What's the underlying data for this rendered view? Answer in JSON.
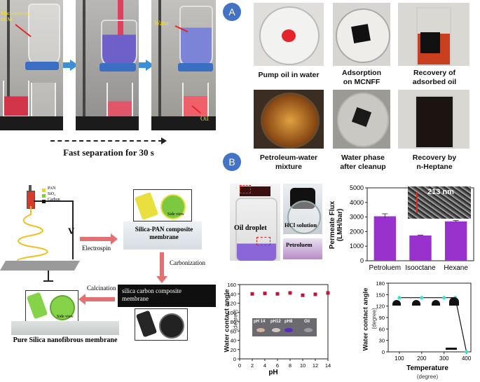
{
  "topleft": {
    "label_ecm": "Macroporous\nECM",
    "label_water": "Water",
    "label_oil": "Oil",
    "caption": "Fast separation for 30 s"
  },
  "badges": {
    "a": "A",
    "b": "B"
  },
  "panelA": {
    "captions": [
      "Pump oil in water",
      "Adsorption\non MCNFF",
      "Recovery of\nadsorbed oil",
      "Petroleum-water\nmixture",
      "Water phase\nafter cleanup",
      "Recovery by\nn-Heptane"
    ]
  },
  "process": {
    "legend": [
      "PAN",
      "SiO₂",
      "Carbon"
    ],
    "voltage": "V",
    "electrospin": "Electrospin",
    "side_view": "Side view",
    "silica_pan": "Silica-PAN composite\nmembrane",
    "carbonization": "Carbonization",
    "silica_carbon": "silica carbon composite\nmembrane",
    "calcination": "Calcination",
    "pure_silica": "Pure Silica nanofibrous membrane"
  },
  "bottle": {
    "oil_droplet": "Oil droplet",
    "hcl": "HCl solution",
    "petroleum": "Petroluem"
  },
  "flux": {
    "scale_label": "213 nm",
    "chart_data": {
      "type": "bar",
      "categories": [
        "Petroluem",
        "Isooctane",
        "Hexane"
      ],
      "values": [
        3050,
        1730,
        2700
      ],
      "errors": [
        170,
        30,
        60
      ],
      "ylabel": "Permeate Flux\n(LMH/bar)",
      "ylim": [
        0,
        5000
      ],
      "yticks": [
        0,
        1000,
        2000,
        3000,
        4000,
        5000
      ],
      "color": "#9932cc"
    }
  },
  "ph": {
    "inset_labels": [
      "pH 14",
      "pH12",
      "pH8",
      "Oil"
    ],
    "chart_data": {
      "type": "scatter",
      "x": [
        2,
        4,
        6,
        8,
        10,
        12,
        14
      ],
      "y": [
        140,
        141,
        140,
        142,
        137,
        139,
        142
      ],
      "xlabel": "pH",
      "ylabel": "Water contact angle",
      "ylabel_unit": "(degree)",
      "xlim": [
        0,
        14
      ],
      "ylim": [
        0,
        160
      ],
      "xticks": [
        0,
        2,
        4,
        6,
        8,
        10,
        12,
        14
      ],
      "yticks": [
        0,
        20,
        40,
        60,
        80,
        100,
        120,
        140,
        160
      ],
      "color": "#c0143c"
    }
  },
  "temp": {
    "chart_data": {
      "type": "line",
      "x": [
        100,
        200,
        300,
        350,
        400
      ],
      "y": [
        142,
        142,
        142,
        142,
        0
      ],
      "xlabel": "Temperature",
      "xlabel_unit": "(degree)",
      "ylabel": "Water contact angle",
      "ylabel_unit": "(degree)",
      "xlim": [
        50,
        420
      ],
      "ylim": [
        0,
        180
      ],
      "xticks": [
        100,
        200,
        300,
        400
      ],
      "yticks": [
        0,
        30,
        60,
        90,
        120,
        150,
        180
      ],
      "color": "#40e0d0"
    }
  }
}
